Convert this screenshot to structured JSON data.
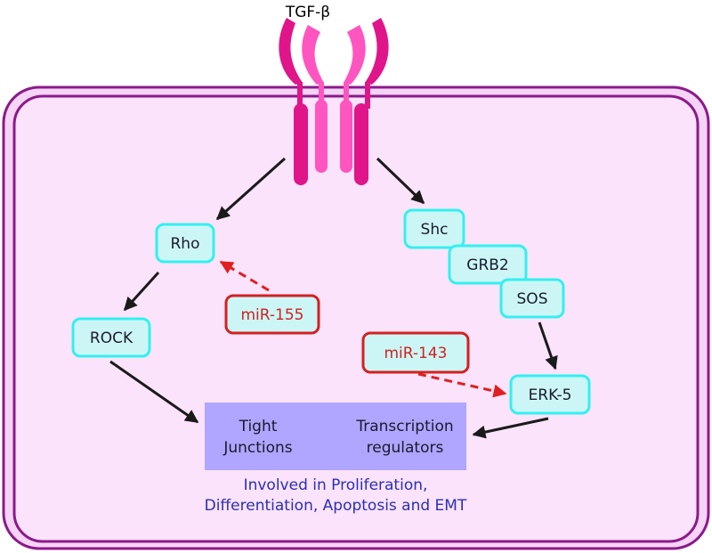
{
  "ligand": "TGF-β",
  "nodes": {
    "rho": "Rho",
    "rock": "ROCK",
    "shc": "Shc",
    "grb2": "GRB2",
    "sos": "SOS",
    "erk5": "ERK-5"
  },
  "mirnas": {
    "mir155": "miR-155",
    "mir143": "miR-143"
  },
  "targets": {
    "tight_1": "Tight",
    "tight_2": "Junctions",
    "trans_1": "Transcription",
    "trans_2": "regulators"
  },
  "caption": {
    "line1": "Involved in Proliferation,",
    "line2": "Differentiation, Apoptosis and EMT"
  },
  "colors": {
    "cell_border": "#8b1a8b",
    "cell_fill": "#fbe0fb",
    "receptor_dark": "#e0158a",
    "receptor_light": "#ff55c0",
    "node_fill": "#ccf6f6",
    "node_border": "#33f0f0",
    "mir_border": "#d42020",
    "target_fill": "#b0a6ff",
    "arrow": "#1a1a1a",
    "inhibit_arrow": "#e02020"
  }
}
